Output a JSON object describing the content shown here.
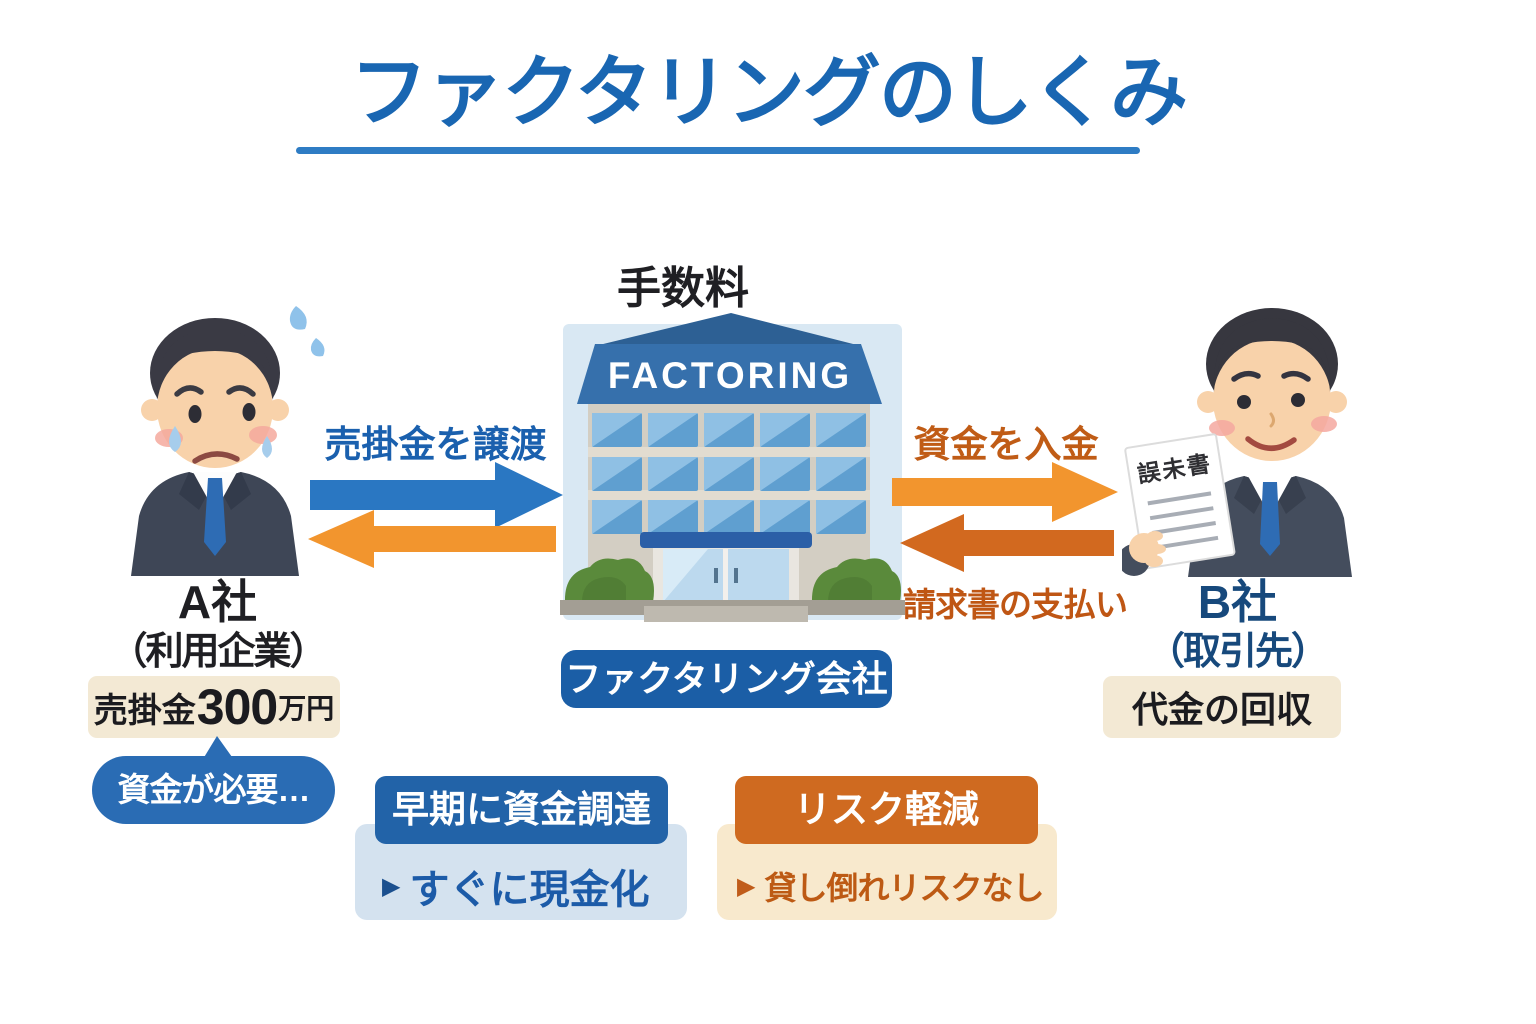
{
  "title": "ファクタリングのしくみ",
  "center": {
    "fee_label": "手数料",
    "building_sign": "FACTORING",
    "company_label": "ファクタリング会社"
  },
  "flows": {
    "a_to_factoring": "売掛金を譲渡",
    "factoring_to_b": "資金を入金",
    "b_to_factoring": "請求書の支払い"
  },
  "company_a": {
    "name": "A社",
    "role": "（利用企業）",
    "receivable": {
      "prefix": "売掛金",
      "amount": "300",
      "unit": "万円"
    },
    "speech": "資金が必要…"
  },
  "company_b": {
    "name": "B社",
    "role": "（取引先）",
    "note": "代金の回収",
    "document_title": "誤未書"
  },
  "benefits": {
    "left": {
      "header": "早期に資金調達",
      "bullet": "▶",
      "point": "すぐに現金化"
    },
    "right": {
      "header": "リスク軽減",
      "bullet": "▶",
      "point": "貸し倒れリスクなし"
    }
  },
  "colors": {
    "title_blue": "#1966b2",
    "underline_blue": "#2e7cc4",
    "arrow_blue": "#2a77c2",
    "arrow_orange": "#f2952e",
    "arrow_dark_orange": "#d2691f",
    "flow_blue_text": "#1a60ae",
    "flow_orange_text": "#c05c16",
    "flow_dark_orange_text": "#bf5614",
    "company_box_blue": "#1b5ea6",
    "bubble_blue": "#2a6cb4",
    "box_beige": "#f3e9d4",
    "b_navy": "#17497c",
    "header_blue": "#2263a8",
    "body_light_blue": "#d4e2ef",
    "point_blue": "#1c5ba8",
    "header_orange": "#cf6a20",
    "body_cream": "#f8e9cd",
    "point_orange": "#bd5a14"
  }
}
